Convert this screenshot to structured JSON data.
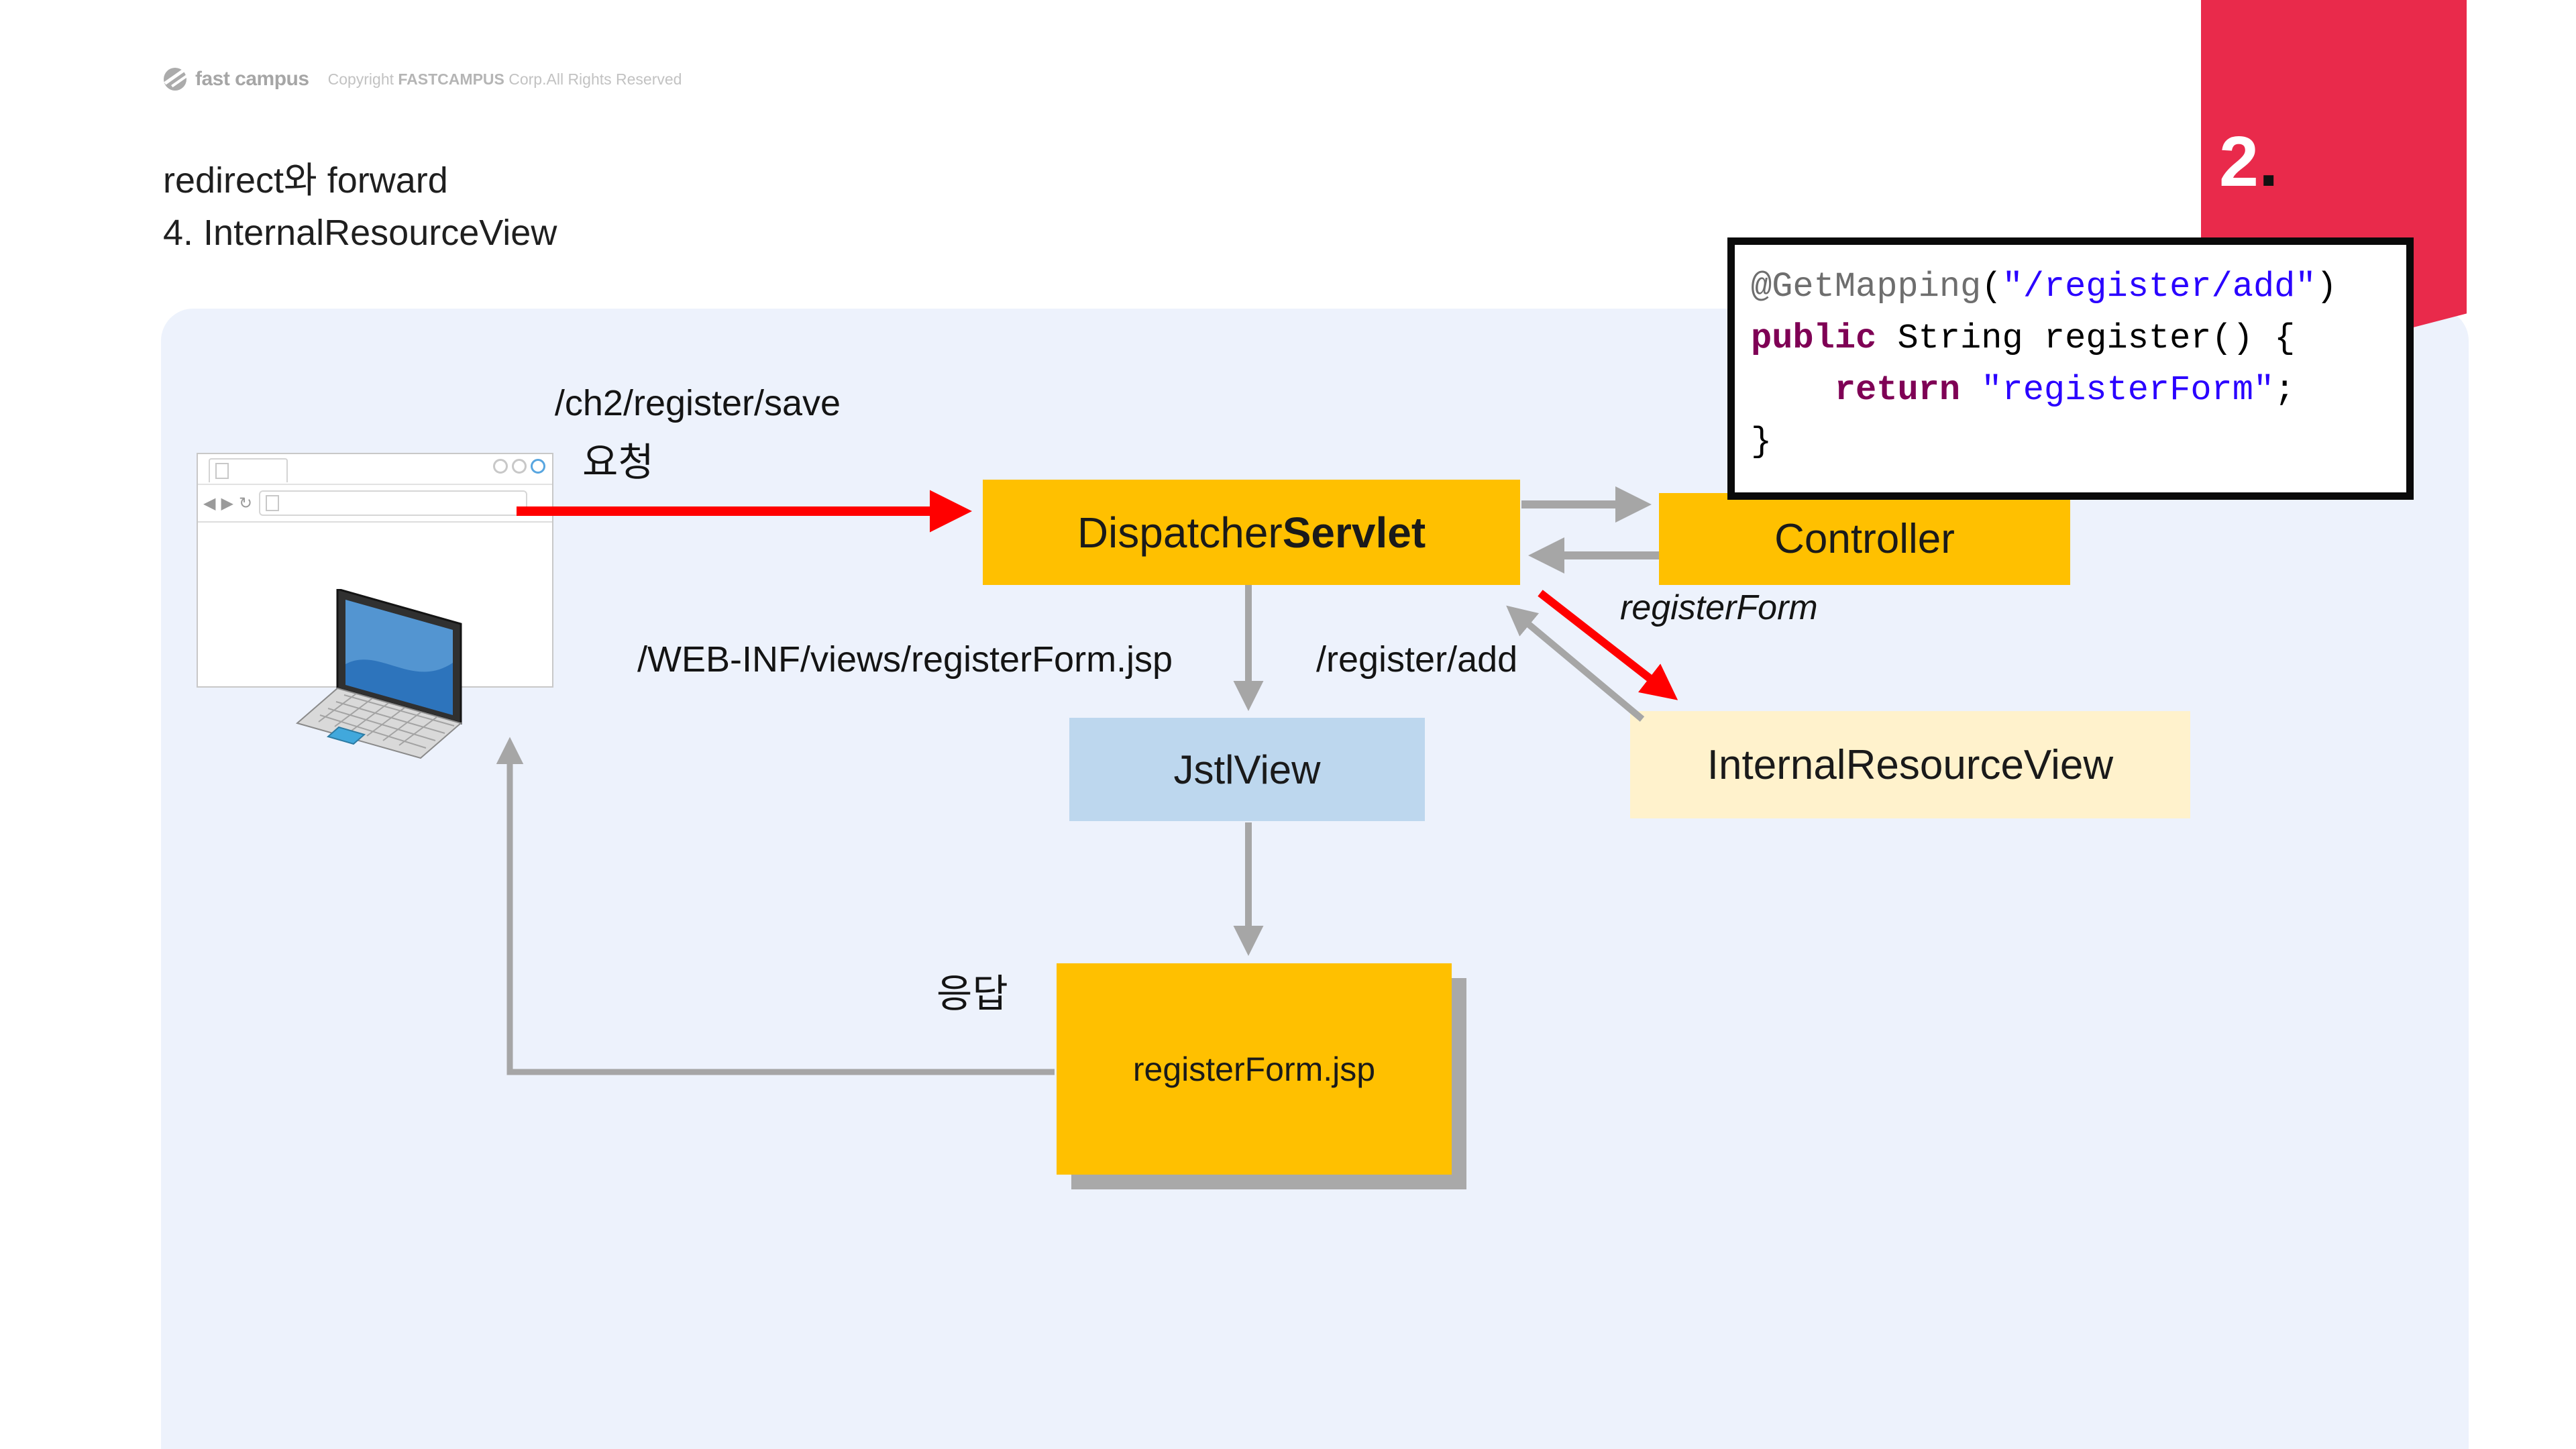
{
  "header": {
    "logo_text": "fast campus",
    "copyright_prefix": "Copyright ",
    "copyright_brand": "FASTCAMPUS",
    "copyright_suffix": " Corp.All Rights Reserved"
  },
  "title": {
    "line1": "redirect와 forward",
    "line2": "4. InternalResourceView"
  },
  "ribbon": {
    "number": "2",
    "dot": "."
  },
  "code": {
    "lines": [
      [
        {
          "t": "@GetMapping",
          "c": "ann"
        },
        {
          "t": "(",
          "c": "pln"
        },
        {
          "t": "\"/register/add\"",
          "c": "str"
        },
        {
          "t": ")",
          "c": "pln"
        }
      ],
      [
        {
          "t": "public",
          "c": "kw"
        },
        {
          "t": " String register() {",
          "c": "pln"
        }
      ],
      [
        {
          "t": "    ",
          "c": "pln"
        },
        {
          "t": "return",
          "c": "kw"
        },
        {
          "t": " ",
          "c": "pln"
        },
        {
          "t": "\"registerForm\"",
          "c": "str"
        },
        {
          "t": ";",
          "c": "pln"
        }
      ],
      [
        {
          "t": "}",
          "c": "pln"
        }
      ]
    ]
  },
  "diagram": {
    "boxes": {
      "dispatcher_normal": "Dispatcher",
      "dispatcher_bold": "Servlet",
      "controller": "Controller",
      "jstlview": "JstlView",
      "internal_resource_view": "InternalResourceView",
      "register_form_jsp": "registerForm.jsp"
    },
    "labels": {
      "request_path": "/ch2/register/save",
      "request": "요청",
      "webinf_path": "/WEB-INF/views/registerForm.jsp",
      "register_add_path": "/register/add",
      "register_form": "registerForm",
      "response": "응답"
    }
  },
  "colors": {
    "panel_bg": "#edf2fc",
    "ribbon_red": "#e92a4b",
    "box_orange": "#ffc000",
    "box_light_blue": "#bdd7ee",
    "box_cream": "#fff2cc",
    "arrow_gray": "#a6a6a6",
    "arrow_red": "#ff0000",
    "code_keyword": "#7f0055",
    "code_string": "#2a00ff",
    "code_annotation": "#6e6e6e"
  }
}
